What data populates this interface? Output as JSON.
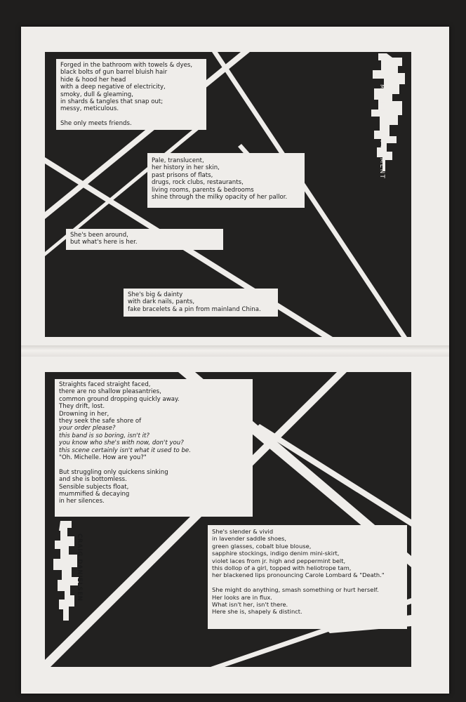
{
  "zine": {
    "title": "MICHELLE IN A MOMENT",
    "author": "CRAIG DANIELSEN",
    "top_page": {
      "stanzas": [
        {
          "lines": [
            "Forged in the bathroom with towels & dyes,",
            "black bolts of gun barrel bluish hair",
            "hide & hood her head",
            "with a deep negative of electricity,",
            "smoky, dull & gleaming,",
            "in shards & tangles that snap out;",
            "messy, meticulous.",
            "",
            "She only meets friends."
          ]
        },
        {
          "lines": [
            "Pale, translucent,",
            "her history in her skin,",
            "past prisons of flats,",
            "drugs, rock clubs, restaurants,",
            "living rooms, parents & bedrooms",
            "shine through the milky opacity of her pallor."
          ]
        },
        {
          "lines": [
            "She's been around,",
            "but what's here is her."
          ]
        },
        {
          "lines": [
            "She's big & dainty",
            "with dark nails, pants,",
            "fake bracelets & a pin from mainland China."
          ]
        }
      ]
    },
    "bottom_page": {
      "stanzas": [
        {
          "lines": [
            "Straights faced straight faced,",
            "there are no shallow pleasantries,",
            "common ground dropping quickly away.",
            "They drift, lost.",
            "Drowning in her,",
            "they seek the safe shore of",
            "your order please?",
            "this band is so boring, isn't it?",
            "you know who she's with now, don't you?",
            "this scene certainly isn't what it used to be.",
            "\"Oh.  Michelle.  How are you?\"",
            "",
            "But struggling only quickens sinking",
            "and she is bottomless.",
            "Sensible subjects float,",
            "mummified & decaying",
            "in her silences."
          ]
        },
        {
          "lines": [
            "She's slender & vivid",
            "in lavender saddle shoes,",
            "green glasses, cobalt blue blouse,",
            "sapphire stockings, indigo denim mini-skirt,",
            "violet laces from jr. high and peppermint belt,",
            "this dollop of a girl, topped with heliotrope tam,",
            "her blackened lips pronouncing Carole Lombard & \"Death.\"",
            "",
            "She might do anything, smash something or hurt herself.",
            "Her looks are in flux.",
            "What isn't her, isn't there.",
            "Here she is, shapely & distinct."
          ]
        }
      ]
    }
  }
}
